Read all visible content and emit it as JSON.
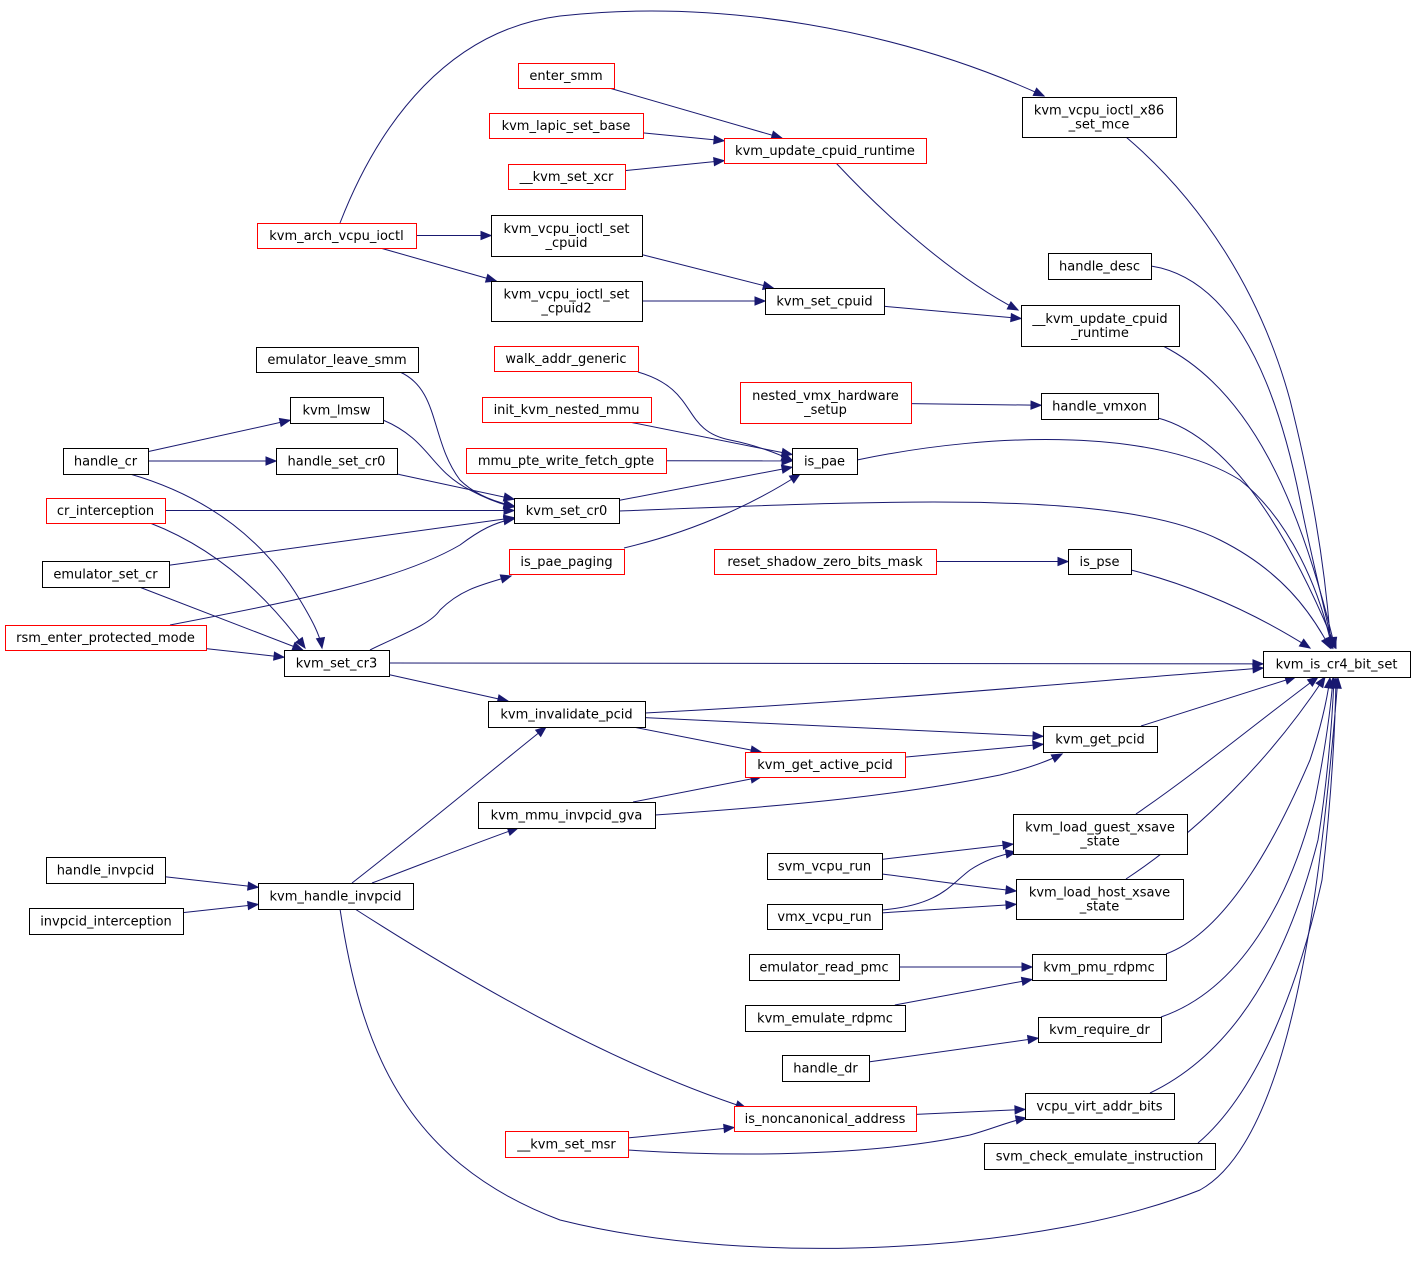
{
  "colors": {
    "edge": "#191970",
    "border_normal": "#000000",
    "border_link": "#ff0000",
    "highlight_fill": "#bfbfbf"
  },
  "nodes": {
    "kvm_is_cr4_bit_set": {
      "lines": [
        "kvm_is_cr4_bit_set"
      ],
      "style": "highlight"
    },
    "enter_smm": {
      "lines": [
        "enter_smm"
      ],
      "style": "red"
    },
    "kvm_lapic_set_base": {
      "lines": [
        "kvm_lapic_set_base"
      ],
      "style": "red"
    },
    "kvm_set_xcr": {
      "lines": [
        "__kvm_set_xcr"
      ],
      "style": "red"
    },
    "kvm_update_cpuid_runtime": {
      "lines": [
        "kvm_update_cpuid_runtime"
      ],
      "style": "red"
    },
    "kvm_vcpu_ioctl_x86_set_mce": {
      "lines": [
        "kvm_vcpu_ioctl_x86",
        "_set_mce"
      ],
      "style": "black"
    },
    "kvm_arch_vcpu_ioctl": {
      "lines": [
        "kvm_arch_vcpu_ioctl"
      ],
      "style": "red"
    },
    "kvm_vcpu_ioctl_set_cpuid": {
      "lines": [
        "kvm_vcpu_ioctl_set",
        "_cpuid"
      ],
      "style": "black"
    },
    "kvm_vcpu_ioctl_set_cpuid2": {
      "lines": [
        "kvm_vcpu_ioctl_set",
        "_cpuid2"
      ],
      "style": "black"
    },
    "kvm_set_cpuid": {
      "lines": [
        "kvm_set_cpuid"
      ],
      "style": "black"
    },
    "handle_desc": {
      "lines": [
        "handle_desc"
      ],
      "style": "black"
    },
    "kvm_update_cpuid_runtime2": {
      "lines": [
        "__kvm_update_cpuid",
        "_runtime"
      ],
      "style": "black"
    },
    "emulator_leave_smm": {
      "lines": [
        "emulator_leave_smm"
      ],
      "style": "black"
    },
    "walk_addr_generic": {
      "lines": [
        "walk_addr_generic"
      ],
      "style": "red"
    },
    "nested_vmx_hardware_setup": {
      "lines": [
        "nested_vmx_hardware",
        "_setup"
      ],
      "style": "red"
    },
    "handle_vmxon": {
      "lines": [
        "handle_vmxon"
      ],
      "style": "black"
    },
    "kvm_lmsw": {
      "lines": [
        "kvm_lmsw"
      ],
      "style": "black"
    },
    "init_kvm_nested_mmu": {
      "lines": [
        "init_kvm_nested_mmu"
      ],
      "style": "red"
    },
    "handle_cr": {
      "lines": [
        "handle_cr"
      ],
      "style": "black"
    },
    "handle_set_cr0": {
      "lines": [
        "handle_set_cr0"
      ],
      "style": "black"
    },
    "mmu_pte_write_fetch_gpte": {
      "lines": [
        "mmu_pte_write_fetch_gpte"
      ],
      "style": "red"
    },
    "is_pae": {
      "lines": [
        "is_pae"
      ],
      "style": "black"
    },
    "cr_interception": {
      "lines": [
        "cr_interception"
      ],
      "style": "red"
    },
    "kvm_set_cr0": {
      "lines": [
        "kvm_set_cr0"
      ],
      "style": "black"
    },
    "is_pae_paging": {
      "lines": [
        "is_pae_paging"
      ],
      "style": "red"
    },
    "reset_shadow_zero_bits_mask": {
      "lines": [
        "reset_shadow_zero_bits_mask"
      ],
      "style": "red"
    },
    "is_pse": {
      "lines": [
        "is_pse"
      ],
      "style": "black"
    },
    "emulator_set_cr": {
      "lines": [
        "emulator_set_cr"
      ],
      "style": "black"
    },
    "rsm_enter_protected_mode": {
      "lines": [
        "rsm_enter_protected_mode"
      ],
      "style": "red"
    },
    "kvm_set_cr3": {
      "lines": [
        "kvm_set_cr3"
      ],
      "style": "black"
    },
    "kvm_invalidate_pcid": {
      "lines": [
        "kvm_invalidate_pcid"
      ],
      "style": "black"
    },
    "kvm_get_pcid": {
      "lines": [
        "kvm_get_pcid"
      ],
      "style": "black"
    },
    "kvm_get_active_pcid": {
      "lines": [
        "kvm_get_active_pcid"
      ],
      "style": "red"
    },
    "kvm_mmu_invpcid_gva": {
      "lines": [
        "kvm_mmu_invpcid_gva"
      ],
      "style": "black"
    },
    "kvm_load_guest_xsave_state": {
      "lines": [
        "kvm_load_guest_xsave",
        "_state"
      ],
      "style": "black"
    },
    "handle_invpcid": {
      "lines": [
        "handle_invpcid"
      ],
      "style": "black"
    },
    "svm_vcpu_run": {
      "lines": [
        "svm_vcpu_run"
      ],
      "style": "black"
    },
    "kvm_handle_invpcid": {
      "lines": [
        "kvm_handle_invpcid"
      ],
      "style": "black"
    },
    "kvm_load_host_xsave_state": {
      "lines": [
        "kvm_load_host_xsave",
        "_state"
      ],
      "style": "black"
    },
    "invpcid_interception": {
      "lines": [
        "invpcid_interception"
      ],
      "style": "black"
    },
    "vmx_vcpu_run": {
      "lines": [
        "vmx_vcpu_run"
      ],
      "style": "black"
    },
    "emulator_read_pmc": {
      "lines": [
        "emulator_read_pmc"
      ],
      "style": "black"
    },
    "kvm_pmu_rdpmc": {
      "lines": [
        "kvm_pmu_rdpmc"
      ],
      "style": "black"
    },
    "kvm_emulate_rdpmc": {
      "lines": [
        "kvm_emulate_rdpmc"
      ],
      "style": "black"
    },
    "kvm_require_dr": {
      "lines": [
        "kvm_require_dr"
      ],
      "style": "black"
    },
    "handle_dr": {
      "lines": [
        "handle_dr"
      ],
      "style": "black"
    },
    "vcpu_virt_addr_bits": {
      "lines": [
        "vcpu_virt_addr_bits"
      ],
      "style": "black"
    },
    "is_noncanonical_address": {
      "lines": [
        "is_noncanonical_address"
      ],
      "style": "red"
    },
    "kvm_set_msr": {
      "lines": [
        "__kvm_set_msr"
      ],
      "style": "red"
    },
    "svm_check_emulate_instruction": {
      "lines": [
        "svm_check_emulate_instruction"
      ],
      "style": "black"
    }
  },
  "edges": [
    [
      "enter_smm",
      "kvm_update_cpuid_runtime"
    ],
    [
      "kvm_lapic_set_base",
      "kvm_update_cpuid_runtime"
    ],
    [
      "kvm_set_xcr",
      "kvm_update_cpuid_runtime"
    ],
    [
      "kvm_update_cpuid_runtime",
      "kvm_update_cpuid_runtime2"
    ],
    [
      "kvm_arch_vcpu_ioctl",
      "kvm_vcpu_ioctl_x86_set_mce"
    ],
    [
      "kvm_arch_vcpu_ioctl",
      "kvm_vcpu_ioctl_set_cpuid"
    ],
    [
      "kvm_arch_vcpu_ioctl",
      "kvm_vcpu_ioctl_set_cpuid2"
    ],
    [
      "kvm_vcpu_ioctl_set_cpuid",
      "kvm_set_cpuid"
    ],
    [
      "kvm_vcpu_ioctl_set_cpuid2",
      "kvm_set_cpuid"
    ],
    [
      "kvm_set_cpuid",
      "kvm_update_cpuid_runtime2"
    ],
    [
      "kvm_vcpu_ioctl_x86_set_mce",
      "kvm_is_cr4_bit_set"
    ],
    [
      "handle_desc",
      "kvm_is_cr4_bit_set"
    ],
    [
      "kvm_update_cpuid_runtime2",
      "kvm_is_cr4_bit_set"
    ],
    [
      "nested_vmx_hardware_setup",
      "handle_vmxon"
    ],
    [
      "handle_vmxon",
      "kvm_is_cr4_bit_set"
    ],
    [
      "walk_addr_generic",
      "is_pae"
    ],
    [
      "init_kvm_nested_mmu",
      "is_pae"
    ],
    [
      "mmu_pte_write_fetch_gpte",
      "is_pae"
    ],
    [
      "kvm_set_cr0",
      "is_pae"
    ],
    [
      "is_pae_paging",
      "is_pae"
    ],
    [
      "is_pae",
      "kvm_is_cr4_bit_set"
    ],
    [
      "emulator_leave_smm",
      "kvm_set_cr0"
    ],
    [
      "kvm_lmsw",
      "kvm_set_cr0"
    ],
    [
      "handle_set_cr0",
      "kvm_set_cr0"
    ],
    [
      "cr_interception",
      "kvm_set_cr0"
    ],
    [
      "emulator_set_cr",
      "kvm_set_cr0"
    ],
    [
      "rsm_enter_protected_mode",
      "kvm_set_cr0"
    ],
    [
      "handle_cr",
      "kvm_lmsw"
    ],
    [
      "handle_cr",
      "handle_set_cr0"
    ],
    [
      "handle_cr",
      "kvm_set_cr3"
    ],
    [
      "kvm_set_cr0",
      "kvm_is_cr4_bit_set"
    ],
    [
      "reset_shadow_zero_bits_mask",
      "is_pse"
    ],
    [
      "is_pse",
      "kvm_is_cr4_bit_set"
    ],
    [
      "kvm_set_cr3",
      "is_pae_paging"
    ],
    [
      "cr_interception",
      "kvm_set_cr3"
    ],
    [
      "emulator_set_cr",
      "kvm_set_cr3"
    ],
    [
      "rsm_enter_protected_mode",
      "kvm_set_cr3"
    ],
    [
      "kvm_set_cr3",
      "kvm_is_cr4_bit_set"
    ],
    [
      "kvm_set_cr3",
      "kvm_invalidate_pcid"
    ],
    [
      "kvm_invalidate_pcid",
      "kvm_is_cr4_bit_set"
    ],
    [
      "kvm_invalidate_pcid",
      "kvm_get_pcid"
    ],
    [
      "kvm_invalidate_pcid",
      "kvm_get_active_pcid"
    ],
    [
      "kvm_get_active_pcid",
      "kvm_get_pcid"
    ],
    [
      "kvm_mmu_invpcid_gva",
      "kvm_get_active_pcid"
    ],
    [
      "kvm_mmu_invpcid_gva",
      "kvm_get_pcid"
    ],
    [
      "kvm_get_pcid",
      "kvm_is_cr4_bit_set"
    ],
    [
      "kvm_handle_invpcid",
      "kvm_invalidate_pcid"
    ],
    [
      "kvm_handle_invpcid",
      "kvm_mmu_invpcid_gva"
    ],
    [
      "handle_invpcid",
      "kvm_handle_invpcid"
    ],
    [
      "invpcid_interception",
      "kvm_handle_invpcid"
    ],
    [
      "kvm_handle_invpcid",
      "is_noncanonical_address"
    ],
    [
      "kvm_handle_invpcid",
      "kvm_is_cr4_bit_set"
    ],
    [
      "kvm_load_guest_xsave_state",
      "kvm_is_cr4_bit_set"
    ],
    [
      "svm_vcpu_run",
      "kvm_load_guest_xsave_state"
    ],
    [
      "svm_vcpu_run",
      "kvm_load_host_xsave_state"
    ],
    [
      "vmx_vcpu_run",
      "kvm_load_guest_xsave_state"
    ],
    [
      "vmx_vcpu_run",
      "kvm_load_host_xsave_state"
    ],
    [
      "kvm_load_host_xsave_state",
      "kvm_is_cr4_bit_set"
    ],
    [
      "emulator_read_pmc",
      "kvm_pmu_rdpmc"
    ],
    [
      "kvm_emulate_rdpmc",
      "kvm_pmu_rdpmc"
    ],
    [
      "kvm_pmu_rdpmc",
      "kvm_is_cr4_bit_set"
    ],
    [
      "handle_dr",
      "kvm_require_dr"
    ],
    [
      "kvm_require_dr",
      "kvm_is_cr4_bit_set"
    ],
    [
      "is_noncanonical_address",
      "vcpu_virt_addr_bits"
    ],
    [
      "kvm_set_msr",
      "is_noncanonical_address"
    ],
    [
      "kvm_set_msr",
      "vcpu_virt_addr_bits"
    ],
    [
      "vcpu_virt_addr_bits",
      "kvm_is_cr4_bit_set"
    ],
    [
      "svm_check_emulate_instruction",
      "kvm_is_cr4_bit_set"
    ]
  ]
}
